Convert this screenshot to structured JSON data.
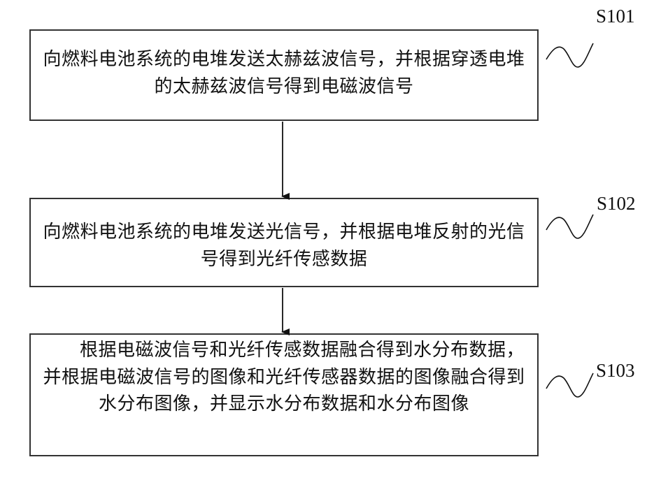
{
  "steps": [
    {
      "id": "S101",
      "label": "S101",
      "text": "向燃料电池系统的电堆发送太赫兹波信号，并根据穿透电堆的太赫兹波信号得到电磁波信号"
    },
    {
      "id": "S102",
      "label": "S102",
      "text": "向燃料电池系统的电堆发送光信号，并根据电堆反射的光信号得到光纤传感数据"
    },
    {
      "id": "S103",
      "label": "S103",
      "text": "根据电磁波信号和光纤传感数据融合得到水分布数据，并根据电磁波信号的图像和光纤传感器数据的图像融合得到水分布图像，并显示水分布数据和水分布图像"
    }
  ],
  "colors": {
    "border": "#333333",
    "text": "#111111",
    "background": "#ffffff"
  }
}
